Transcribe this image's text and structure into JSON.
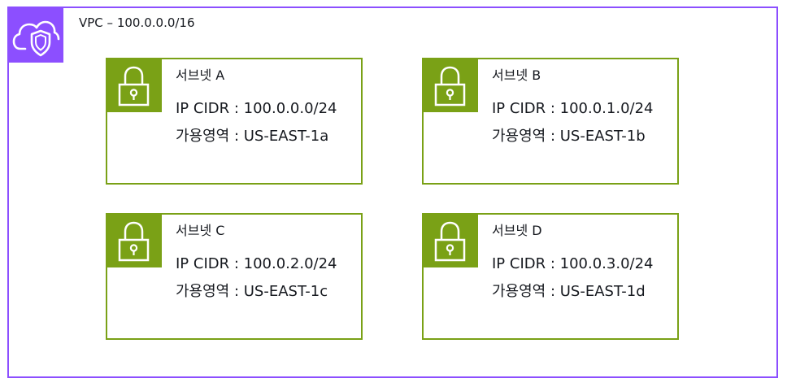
{
  "vpc": {
    "label": "VPC – 100.0.0.0/16",
    "icon": "vpc-cloud-shield-icon",
    "color": "#8c4fff"
  },
  "subnet_color": "#7aa116",
  "subnets": [
    {
      "name": "서브넷 A",
      "cidr": "IP CIDR : 100.0.0.0/24",
      "az": "가용영역 : US-EAST-1a",
      "icon": "lock-icon"
    },
    {
      "name": "서브넷 B",
      "cidr": "IP CIDR : 100.0.1.0/24",
      "az": "가용영역 : US-EAST-1b",
      "icon": "lock-icon"
    },
    {
      "name": "서브넷 C",
      "cidr": "IP CIDR : 100.0.2.0/24",
      "az": "가용영역 : US-EAST-1c",
      "icon": "lock-icon"
    },
    {
      "name": "서브넷 D",
      "cidr": "IP CIDR : 100.0.3.0/24",
      "az": "가용영역 : US-EAST-1d",
      "icon": "lock-icon"
    }
  ]
}
